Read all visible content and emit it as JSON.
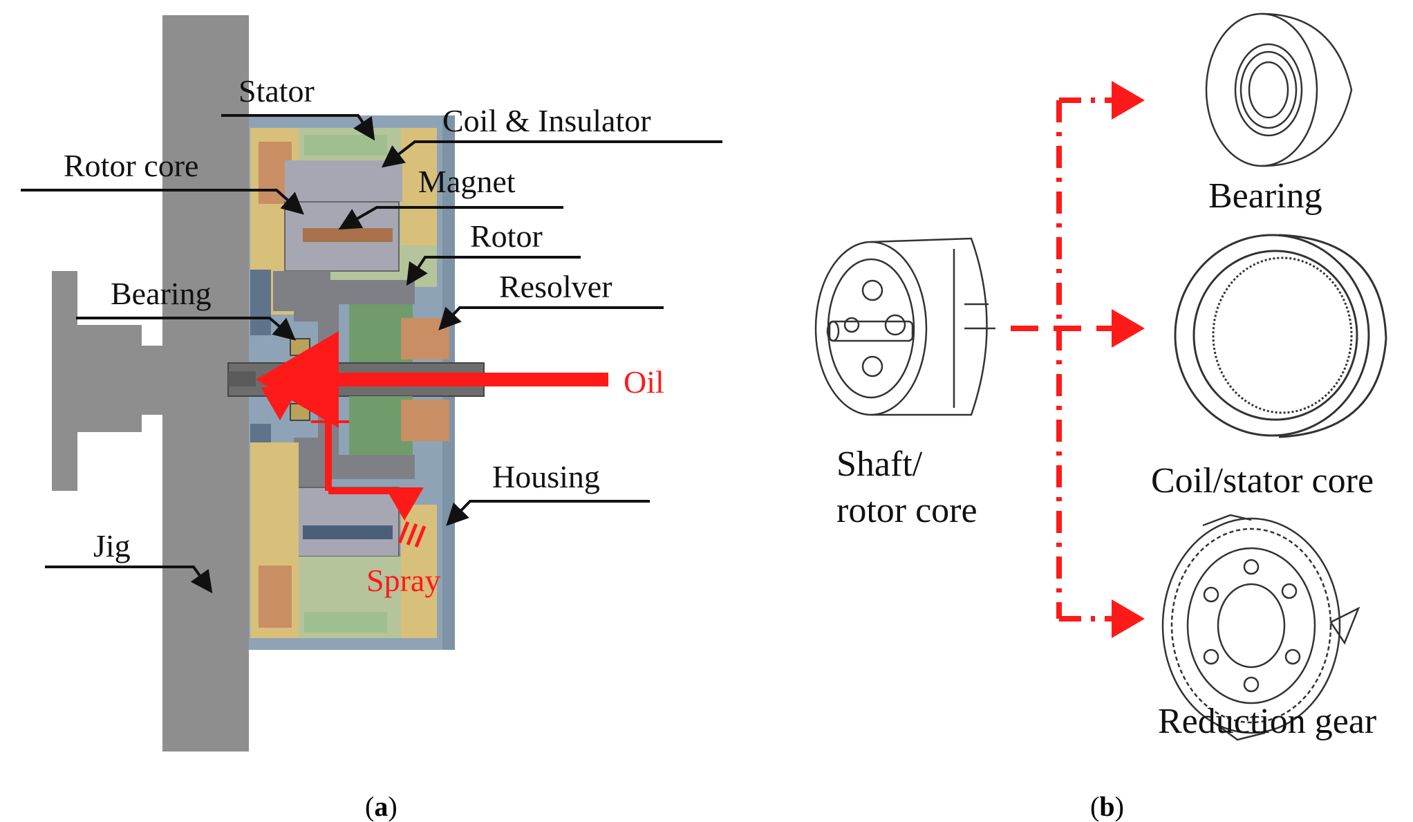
{
  "figure": {
    "panel_a": {
      "labels": {
        "stator": "Stator",
        "coil_insulator": "Coil & Insulator",
        "rotor_core": "Rotor core",
        "magnet": "Magnet",
        "rotor": "Rotor",
        "bearing": "Bearing",
        "resolver": "Resolver",
        "oil": "Oil",
        "housing": "Housing",
        "jig": "Jig",
        "spray": "Spray"
      },
      "caption_open": "(",
      "caption_letter": "a",
      "caption_close": ")"
    },
    "panel_b": {
      "source_label_line1": "Shaft/",
      "source_label_line2": "rotor core",
      "targets": [
        "Bearing",
        "Coil/stator core",
        "Reduction gear"
      ],
      "caption_open": "(",
      "caption_letter": "b",
      "caption_close": ")"
    },
    "colors": {
      "oil_flow": "#ff1a1a",
      "housing": "#8fa3b6",
      "jig": "#8e8e8e",
      "stator": "#b5c49a",
      "insulator": "#d8c07a",
      "magnet": "#a8714c",
      "resolver": "#6f9c6a",
      "rotor": "#a7a7b3"
    }
  }
}
